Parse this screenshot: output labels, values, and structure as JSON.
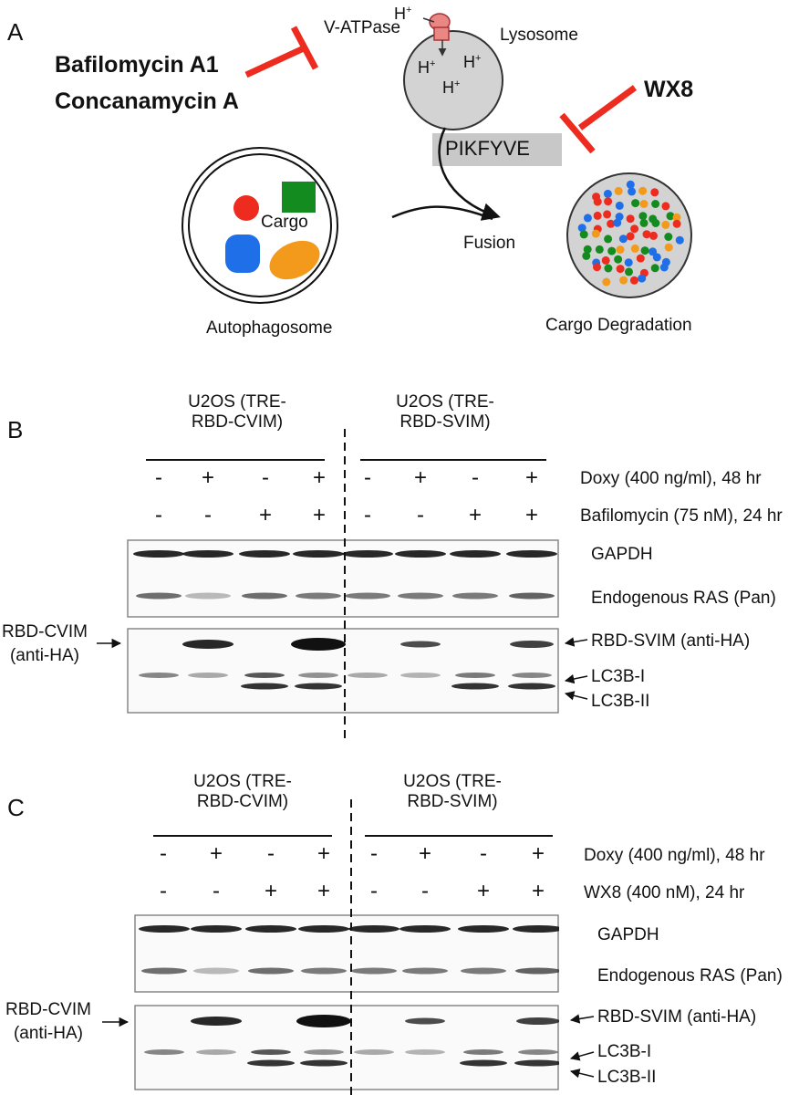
{
  "panel_a": {
    "letter": "A",
    "inhibitor1": "Bafilomycin A1",
    "inhibitor2": "Concanamycin A",
    "vatpase": "V-ATPase",
    "lysosome": "Lysosome",
    "proton": "H",
    "proton_sup": "+",
    "wx8": "WX8",
    "pikfyve": "PIKFYVE",
    "cargo": "Cargo",
    "fusion": "Fusion",
    "autophagosome": "Autophagosome",
    "cargo_degradation": "Cargo Degradation",
    "colors": {
      "inhibit": "#ee2b1f",
      "red": "#ee2b1f",
      "green": "#148b1e",
      "blue": "#1f6fe8",
      "orange": "#f39a1c",
      "gray": "#d3d3d3"
    }
  },
  "panel_b": {
    "letter": "B",
    "group1": [
      "U2OS (TRE-",
      "RBD-CVIM)"
    ],
    "group2": [
      "U2OS (TRE-",
      "RBD-SVIM)"
    ],
    "row1_signs": [
      "-",
      "+",
      "-",
      "+",
      "-",
      "+",
      "-",
      "+"
    ],
    "row1_label": "Doxy (400 ng/ml), 48 hr",
    "row2_signs": [
      "-",
      "-",
      "+",
      "+",
      "-",
      "-",
      "+",
      "+"
    ],
    "row2_label": "Bafilomycin (75 nM), 24 hr",
    "gapdh": "GAPDH",
    "ras": "Endogenous RAS (Pan)",
    "left_label": [
      "RBD-CVIM",
      "(anti-HA)"
    ],
    "svim": "RBD-SVIM (anti-HA)",
    "lc3b1": "LC3B-I",
    "lc3b2": "LC3B-II"
  },
  "panel_c": {
    "letter": "C",
    "group1": [
      "U2OS (TRE-",
      "RBD-CVIM)"
    ],
    "group2": [
      "U2OS (TRE-",
      "RBD-SVIM)"
    ],
    "row1_signs": [
      "-",
      "+",
      "-",
      "+",
      "-",
      "+",
      "-",
      "+"
    ],
    "row1_label": "Doxy (400 ng/ml), 48 hr",
    "row2_signs": [
      "-",
      "-",
      "+",
      "+",
      "-",
      "-",
      "+",
      "+"
    ],
    "row2_label": "WX8 (400 nM), 24 hr",
    "gapdh": "GAPDH",
    "ras": "Endogenous RAS (Pan)",
    "left_label": [
      "RBD-CVIM",
      "(anti-HA)"
    ],
    "svim": "RBD-SVIM (anti-HA)",
    "lc3b1": "LC3B-I",
    "lc3b2": "LC3B-II"
  }
}
